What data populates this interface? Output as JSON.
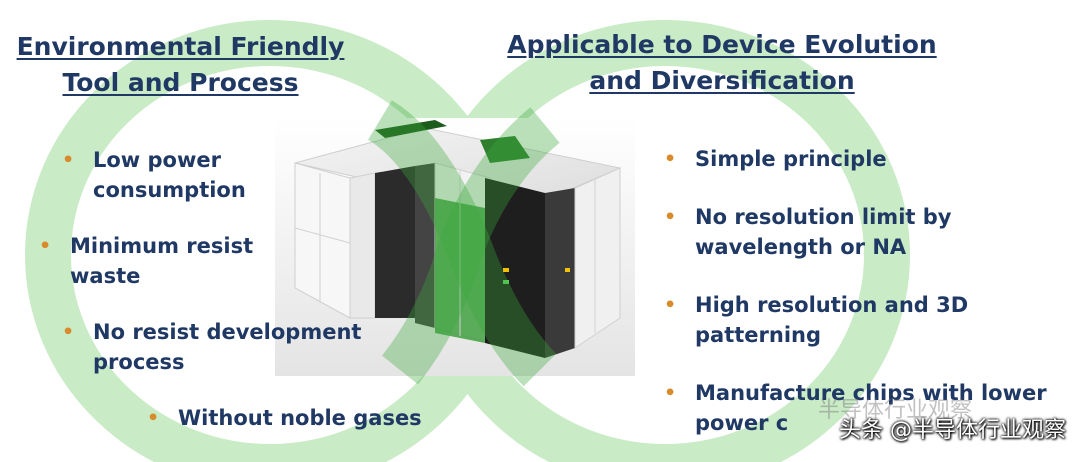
{
  "left_heading": {
    "line1": "Environmental Friendly",
    "line2": "Tool and Process"
  },
  "right_heading": {
    "line1": "Applicable to Device Evolution",
    "line2": "and Diversification"
  },
  "left_bullets": [
    {
      "line1": "Low power",
      "line2": "consumption"
    },
    {
      "line1": "Minimum resist",
      "line2": "waste"
    },
    {
      "line1": "No resist development",
      "line2": "process"
    },
    {
      "line1": "Without noble gases",
      "line2": ""
    }
  ],
  "right_bullets": [
    {
      "line1": "Simple principle",
      "line2": ""
    },
    {
      "line1": "No resolution limit by",
      "line2": "wavelength or NA"
    },
    {
      "line1": "High resolution and 3D",
      "line2": "patterning"
    },
    {
      "line1": "Manufacture chips with lower",
      "line2": "power c"
    }
  ],
  "bullet_glyph": "•",
  "watermark": {
    "text": "头条 @半导体行业观察",
    "ghost": "半导体行业观察"
  },
  "colors": {
    "heading": "#1f3864",
    "bullet_dot": "#d98a2b",
    "ring": "#c6e8c3",
    "machine_green": "#2f8f2f"
  }
}
